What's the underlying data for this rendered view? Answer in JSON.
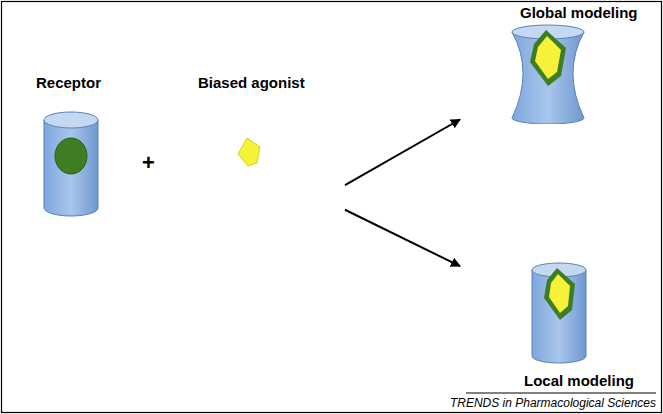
{
  "diagram": {
    "nodes": [
      {
        "text": [
          "Receptor"
        ]
      },
      {
        "text": [
          "Biased agonist"
        ]
      },
      {
        "text": [
          "Global modeling"
        ]
      },
      {
        "text": [
          "Local modeling"
        ]
      }
    ],
    "edges": [
      {
        "from": 1,
        "to": 2,
        "arrow": "to"
      },
      {
        "from": 1,
        "to": 3,
        "arrow": "to"
      }
    ],
    "labels": [
      "+",
      "TRENDS in Pharmacological Sciences"
    ]
  }
}
